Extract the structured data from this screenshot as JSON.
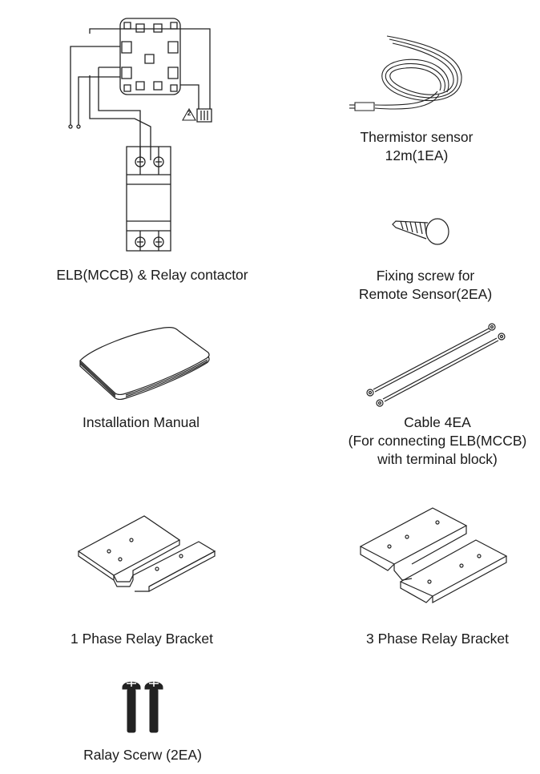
{
  "items": {
    "elb_relay": {
      "lines": [
        "ELB(MCCB) & Relay contactor"
      ],
      "warning_number": "2"
    },
    "thermistor": {
      "lines": [
        "Thermistor sensor",
        "12m(1EA)"
      ]
    },
    "fixing_screw": {
      "lines": [
        "Fixing screw for",
        "Remote Sensor(2EA)"
      ]
    },
    "manual": {
      "lines": [
        "Installation Manual"
      ]
    },
    "cable": {
      "lines": [
        "Cable 4EA",
        "(For connecting ELB(MCCB)",
        "with terminal block)"
      ]
    },
    "bracket_1ph": {
      "lines": [
        "1 Phase Relay Bracket"
      ]
    },
    "bracket_3ph": {
      "lines": [
        "3 Phase Relay Bracket"
      ]
    },
    "relay_screw": {
      "lines": [
        "Ralay Scerw (2EA)"
      ]
    }
  }
}
